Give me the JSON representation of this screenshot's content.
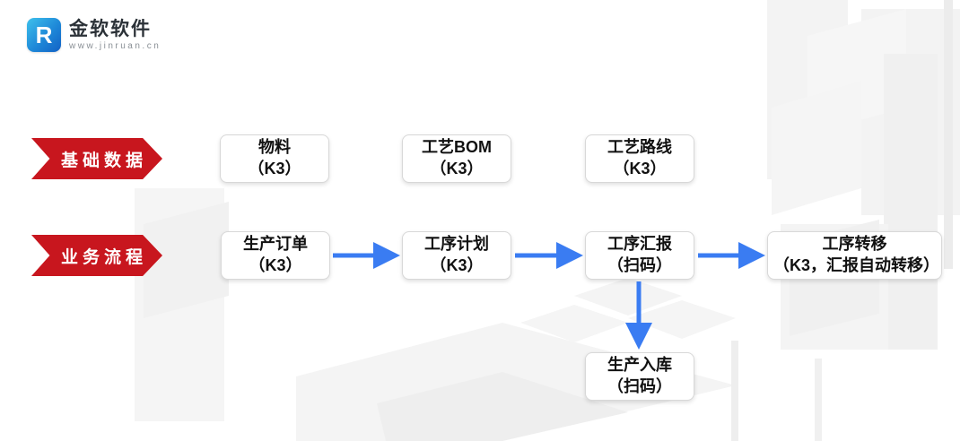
{
  "logo": {
    "mark_letter": "R",
    "brand": "金软软件",
    "url_text": "www.jinruan.cn"
  },
  "colors": {
    "banner_red": "#c8161e",
    "arrow_blue": "#3a7cf2",
    "logo_blue_light": "#3ec1ec",
    "logo_blue_dark": "#1261c5",
    "box_border": "#d8d8d8",
    "text_dark": "#111111"
  },
  "rows": {
    "basic_data": {
      "label": "基础数据",
      "boxes": [
        {
          "line1": "物料",
          "line2": "（K3）"
        },
        {
          "line1": "工艺BOM",
          "line2": "（K3）"
        },
        {
          "line1": "工艺路线",
          "line2": "（K3）"
        }
      ]
    },
    "process_flow": {
      "label": "业务流程",
      "boxes": [
        {
          "line1": "生产订单",
          "line2": "（K3）"
        },
        {
          "line1": "工序计划",
          "line2": "（K3）"
        },
        {
          "line1": "工序汇报",
          "line2": "（扫码）"
        },
        {
          "line1": "工序转移",
          "line2": "（K3，汇报自动转移）"
        }
      ],
      "branch_box": {
        "line1": "生产入库",
        "line2": "（扫码）"
      }
    }
  }
}
